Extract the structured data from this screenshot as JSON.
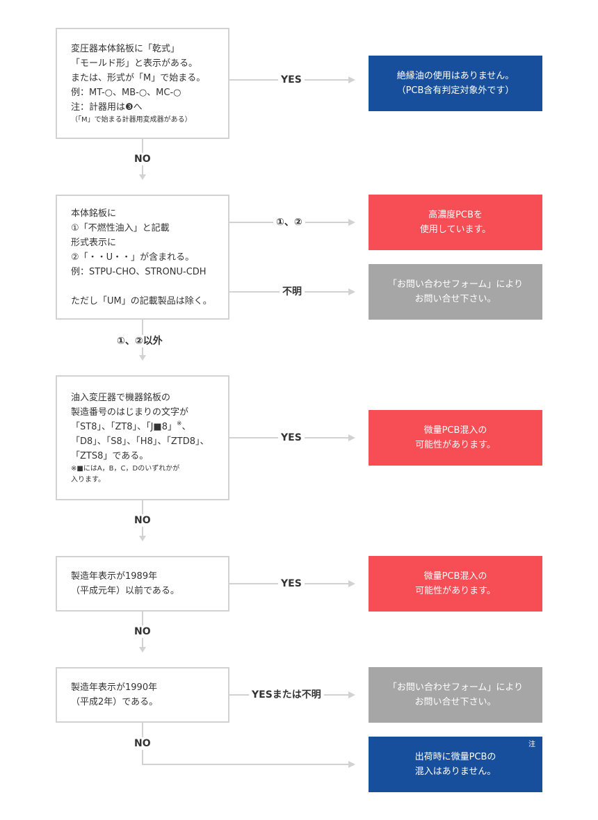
{
  "questions": [
    {
      "lines": [
        "変圧器本体銘板に「乾式」",
        "「モールド形」と表示がある。",
        "または、形式が「M」で始まる。",
        "例：MT-○、MB-○、MC-○",
        "注：計器用は❸へ"
      ],
      "small": "（「M」で始まる計器用変成器がある）"
    },
    {
      "lines": [
        "本体銘板に",
        "①「不燃性油入」と記載",
        "形式表示に",
        "②「・・U・・」が含まれる。",
        "例：STPU-CHO、STRONU-CDH"
      ],
      "last": "ただし「UM」の記載製品は除く。"
    },
    {
      "lines": [
        "油入変圧器で機器銘板の",
        "製造番号のはじまりの文字が"
      ],
      "line3_main": "「ST8」、「ZT8」、「J■8」",
      "line3_mark": "※",
      "line3_tail": "、",
      "lines_after": [
        "「D8」、「S8」、「H8」、「ZTD8」、",
        "「ZTS8」である。"
      ],
      "small_lines": [
        "※■にはA，B，C，Dのいずれかが",
        "入ります。"
      ]
    },
    {
      "lines": [
        "製造年表示が1989年",
        "（平成元年）以前である。"
      ]
    },
    {
      "lines": [
        "製造年表示が1990年",
        "（平成2年）である。"
      ]
    }
  ],
  "answers": {
    "no_oil": [
      "絶縁油の使用はありません。",
      "（PCB含有判定対象外です）"
    ],
    "high_pcb": [
      "高濃度PCBを",
      "使用しています。"
    ],
    "contact_1": [
      "「お問い合わせフォーム」により",
      "お問い合せ下さい。"
    ],
    "trace_1": [
      "微量PCB混入の",
      "可能性があります。"
    ],
    "trace_2": [
      "微量PCB混入の",
      "可能性があります。"
    ],
    "contact_2": [
      "「お問い合わせフォーム」により",
      "お問い合せ下さい。"
    ],
    "no_trace": [
      "出荷時に微量PCBの",
      "混入はありません。"
    ],
    "no_trace_mark": "注"
  },
  "labels": {
    "yes_1": "YES",
    "no_1": "NO",
    "circled_12": "①、②",
    "unknown": "不明",
    "other_than_12": "①、②以外",
    "yes_3": "YES",
    "no_3": "NO",
    "yes_4": "YES",
    "no_4": "NO",
    "yes_or_unknown": "YESまたは不明",
    "no_5": "NO"
  },
  "colors": {
    "blue": "#184f9c",
    "red": "#f74e56",
    "gray": "#a6a6a6",
    "box_border": "#d2d2d2",
    "connector": "#d2d2d2"
  }
}
